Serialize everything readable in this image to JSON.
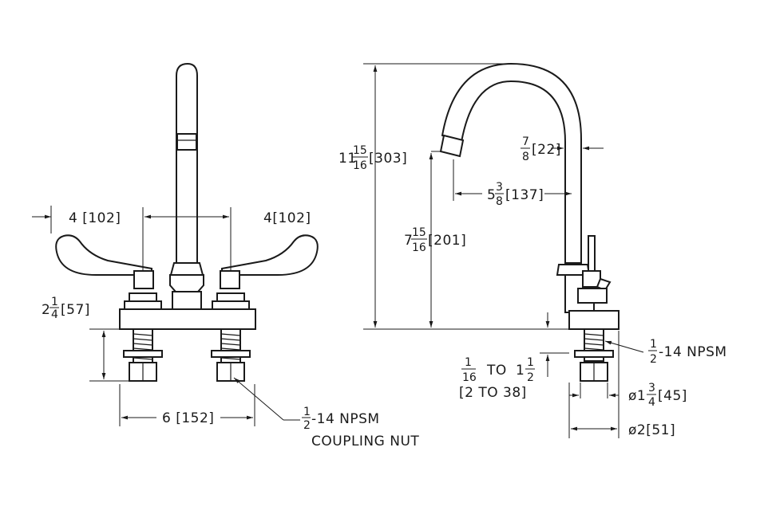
{
  "front_view": {
    "dim_handle_left": "4 [102]",
    "dim_handle_right": "4[102]",
    "dim_height_whole": "2",
    "dim_height_num": "1",
    "dim_height_den": "4",
    "dim_height_mm": "[57]",
    "dim_centers": "6 [152]",
    "thread_num": "1",
    "thread_den": "2",
    "thread_label": "-14 NPSM",
    "coupling_label": "COUPLING NUT"
  },
  "side_view": {
    "overall_height_whole": "11",
    "overall_height_num": "15",
    "overall_height_den": "16",
    "overall_height_mm": "[303]",
    "spout_height_whole": "7",
    "spout_height_num": "15",
    "spout_height_den": "16",
    "spout_height_mm": "[201]",
    "reach_whole": "5",
    "reach_num": "3",
    "reach_den": "8",
    "reach_mm": "[137]",
    "tube_num": "7",
    "tube_den": "8",
    "tube_mm": "[22]",
    "thread_num": "1",
    "thread_den": "2",
    "thread_label": "-14 NPSM",
    "deck_num1": "1",
    "deck_den1": "16",
    "deck_to": "TO",
    "deck_whole2": "1",
    "deck_num2": "1",
    "deck_den2": "2",
    "deck_mm": "[2 TO 38]",
    "shank_dia_prefix": "ø1",
    "shank_dia_num": "3",
    "shank_dia_den": "4",
    "shank_dia_mm": "[45]",
    "base_dia": "ø2[51]"
  }
}
